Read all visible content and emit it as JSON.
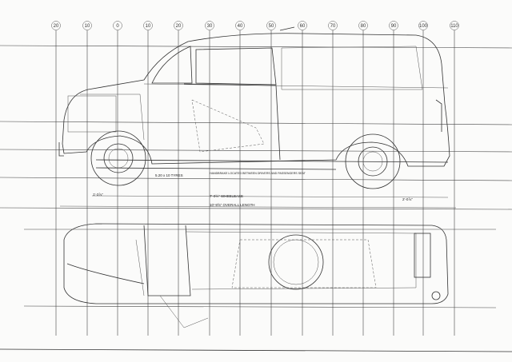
{
  "drawing": {
    "station_labels": [
      "20",
      "10",
      "0",
      "10",
      "20",
      "30",
      "40",
      "50",
      "60",
      "70",
      "80",
      "90",
      "100",
      "110"
    ],
    "annotations": {
      "tyres": "5.20 x 10 TYRES",
      "handbrake": "HANDBRAKE LOCATED BETWEEN DRIVERS AND PASSENGERS SEAT",
      "wheelbase": "7'-0½\" WHEELBASE",
      "overall_length": "10'-9⅝\" OVERALL LENGTH",
      "front_overhang": "1'-3⅞\"",
      "rear_overhang": "2'-0⅞\""
    },
    "line_color": "#333333",
    "paper_color": "#fbfbfa"
  }
}
